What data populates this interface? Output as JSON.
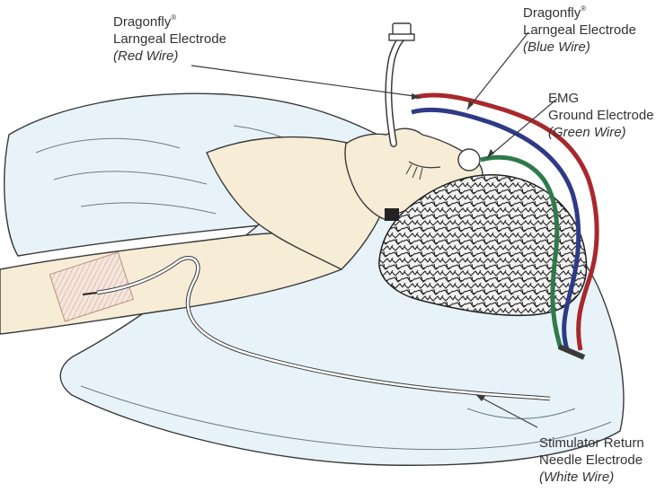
{
  "labels": {
    "red": {
      "name": "Dragonfly",
      "reg": "®",
      "line2": "Larngeal Electrode",
      "line3": "(Red Wire)"
    },
    "blue": {
      "name": "Dragonfly",
      "reg": "®",
      "line2": "Larngeal Electrode",
      "line3": "(Blue Wire)"
    },
    "green": {
      "line1": "EMG",
      "line2": "Ground Electrode",
      "line3": "(Green Wire)"
    },
    "white": {
      "line1": "Stimulator Return",
      "line2": "Needle Electrode",
      "line3": "(White Wire)"
    }
  },
  "colors": {
    "red_wire": "#a8282c",
    "blue_wire": "#2e3a86",
    "green_wire": "#2f7a4a",
    "skin": "#f7ecd6",
    "sheet": "#e7f3f9",
    "outline": "#3a3a3a"
  }
}
